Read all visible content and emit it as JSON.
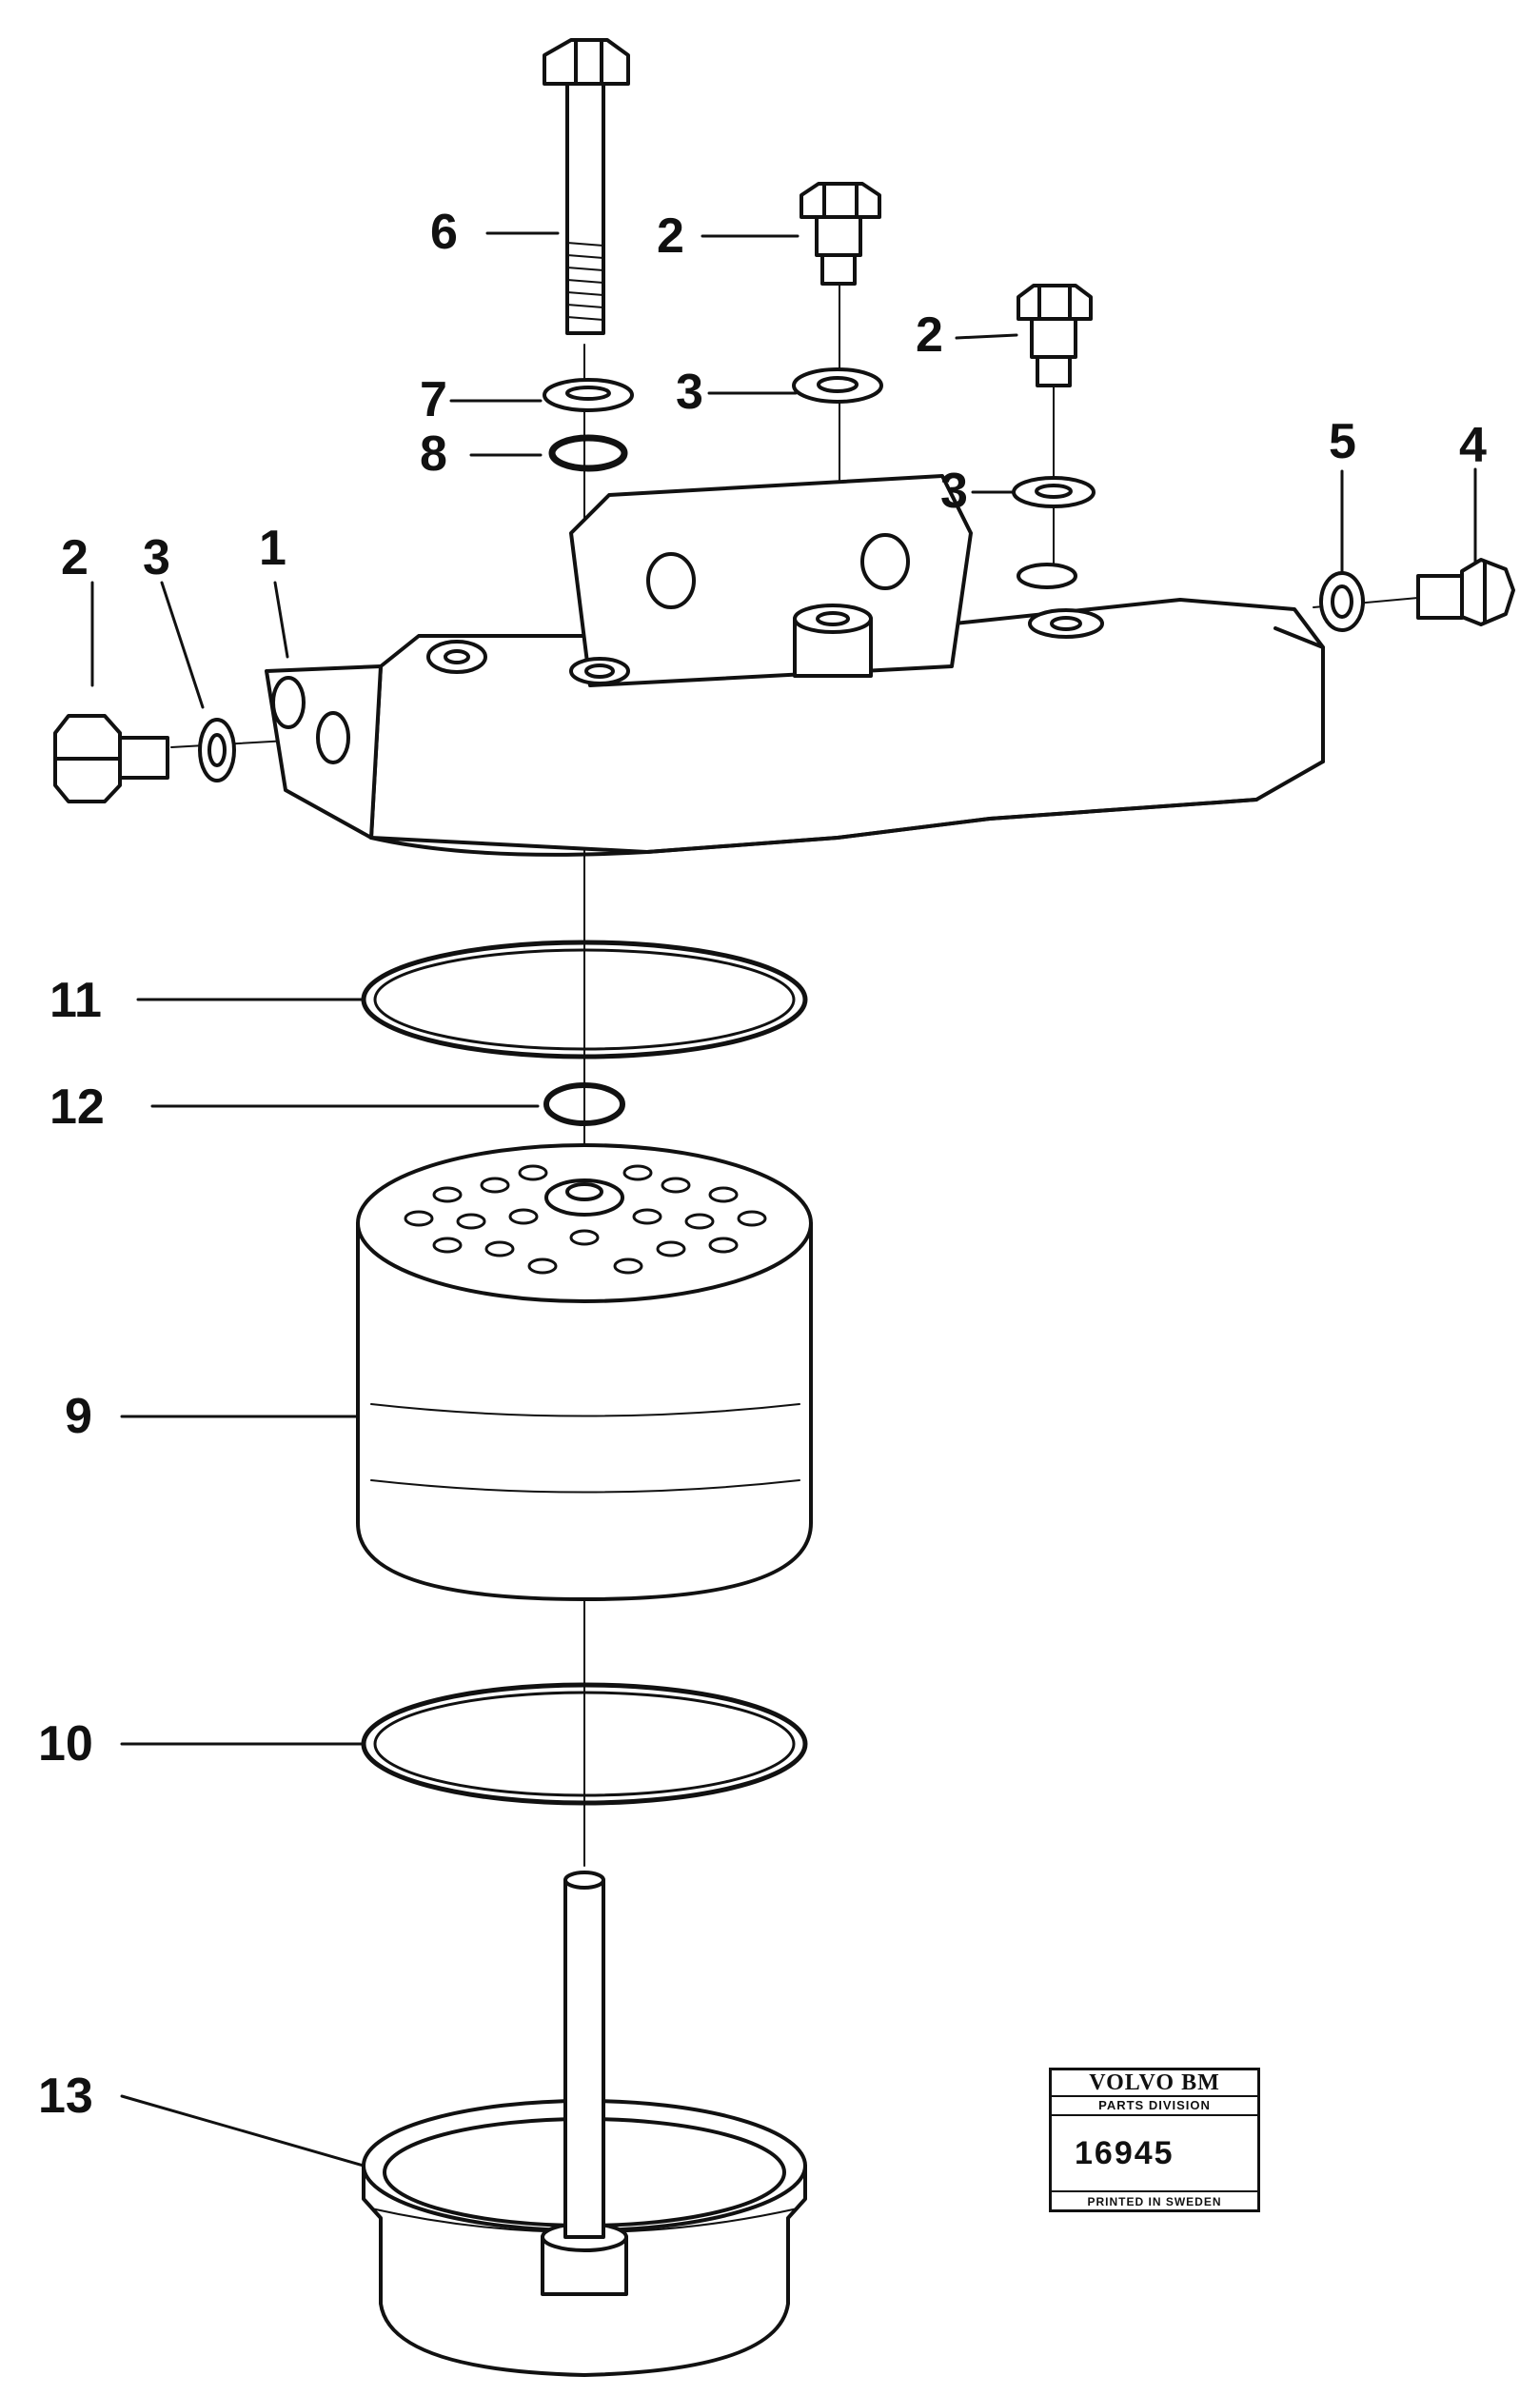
{
  "callouts": {
    "housing_1": "1",
    "plug_left_2": "2",
    "banjo_bolt_center_2": "2",
    "banjo_bolt_right_2": "2",
    "washer_left_3": "3",
    "washer_center_3": "3",
    "washer_right_3": "3",
    "plug_4": "4",
    "washer_5": "5",
    "bolt_6": "6",
    "washer_7": "7",
    "ring_8": "8",
    "filter_cartridge_9": "9",
    "seal_ring_10": "10",
    "seal_ring_11": "11",
    "o_ring_12": "12",
    "filter_bowl_13": "13"
  },
  "stamp": {
    "brand": "VOLVO BM",
    "division": "PARTS DIVISION",
    "number": "16945",
    "printed": "PRINTED IN SWEDEN"
  },
  "colors": {
    "ink": "#111111",
    "paper": "#ffffff"
  }
}
